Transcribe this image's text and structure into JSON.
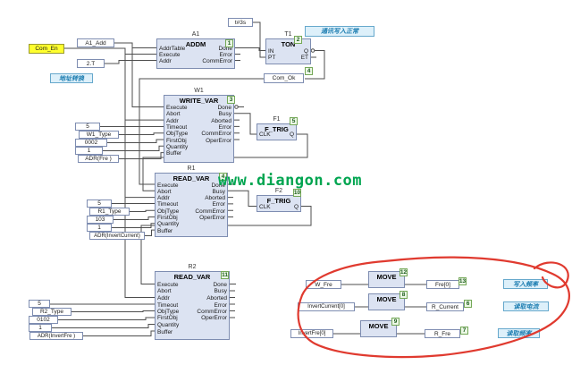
{
  "watermark": {
    "text": "www.diangon.com"
  },
  "comments": {
    "addr_note": "地址转换",
    "comm_write_ok": "通讯写入正常",
    "write_freq": "写入频率",
    "read_current": "读取电流",
    "read_freq": "读取频率"
  },
  "variables": {
    "com_en": "Com_En",
    "a1_add": "A1_Add",
    "t_2": "2.T",
    "t3s": "t#3s",
    "com_ok": {
      "label": "Com_Ok",
      "badge": "4"
    },
    "w1_params": [
      "5",
      "W1_Type",
      "0002",
      "1",
      "ADR(Fre )"
    ],
    "r1_params": [
      "5",
      "R1_Type",
      "103",
      "1",
      "ADR(InvertCurrent)"
    ],
    "r2_params": [
      "5",
      "R2_Type",
      "0102",
      "1",
      "ADR(InvertFre )"
    ],
    "move1_in": "W_Fre",
    "move1_out": {
      "label": "Fre[0]",
      "badge": "13"
    },
    "move2_in": "InvertCurrent[0]",
    "move2_out": {
      "label": "R_Current",
      "badge": "6"
    },
    "move3_in": "InvertFre[0]",
    "move3_out": {
      "label": "R_Fre",
      "badge": "7"
    }
  },
  "blocks": {
    "addm": {
      "instance": "A1",
      "title": "ADDM",
      "badge": "1",
      "inputs": [
        "AddrTable",
        "Execute",
        "Addr"
      ],
      "outputs": [
        "Done",
        "Error",
        "CommError"
      ]
    },
    "ton": {
      "instance": "T1",
      "title": "TON",
      "badge": "2",
      "inputs": [
        "IN",
        "PT"
      ],
      "outputs": [
        "Q",
        "ET"
      ]
    },
    "write_var": {
      "instance": "W1",
      "title": "WRITE_VAR",
      "badge": "3",
      "inputs": [
        "Execute",
        "Abort",
        "Addr",
        "Timeout",
        "ObjType",
        "FirstObj",
        "Quantity",
        "Buffer"
      ],
      "outputs": [
        "Done",
        "Busy",
        "Aborted",
        "Error",
        "CommError",
        "OperError"
      ]
    },
    "ftrig1": {
      "instance": "F1",
      "title": "F_TRIG",
      "badge": "5",
      "inputs": [
        "CLK"
      ],
      "outputs": [
        "Q"
      ]
    },
    "read_var1": {
      "instance": "R1",
      "title": "READ_VAR",
      "badge": "4",
      "inputs": [
        "Execute",
        "Abort",
        "Addr",
        "Timeout",
        "ObjType",
        "FirstObj",
        "Quantity",
        "Buffer"
      ],
      "outputs": [
        "Done",
        "Busy",
        "Aborted",
        "Error",
        "CommError",
        "OperError"
      ]
    },
    "ftrig2": {
      "instance": "F2",
      "title": "F_TRIG",
      "badge": "10",
      "inputs": [
        "CLK"
      ],
      "outputs": [
        "Q"
      ]
    },
    "read_var2": {
      "instance": "R2",
      "title": "READ_VAR",
      "badge": "11",
      "inputs": [
        "Execute",
        "Abort",
        "Addr",
        "Timeout",
        "ObjType",
        "FirstObj",
        "Quantity",
        "Buffer"
      ],
      "outputs": [
        "Done",
        "Busy",
        "Aborted",
        "Error",
        "CommError",
        "OperError"
      ]
    },
    "move1": {
      "title": "MOVE",
      "badge": "12"
    },
    "move2": {
      "title": "MOVE",
      "badge": "8"
    },
    "move3": {
      "title": "MOVE",
      "badge": "9"
    }
  },
  "colors": {
    "block_fill": "#dce3f2",
    "block_border": "#7e8db1",
    "badge_green": "#74a857",
    "highlight_yellow": "#ffff2e",
    "comment_blue": "#1b7cb0",
    "watermark_green": "#00a550",
    "annotation_red": "#e03a2f",
    "wire": "#4d4d4d"
  }
}
